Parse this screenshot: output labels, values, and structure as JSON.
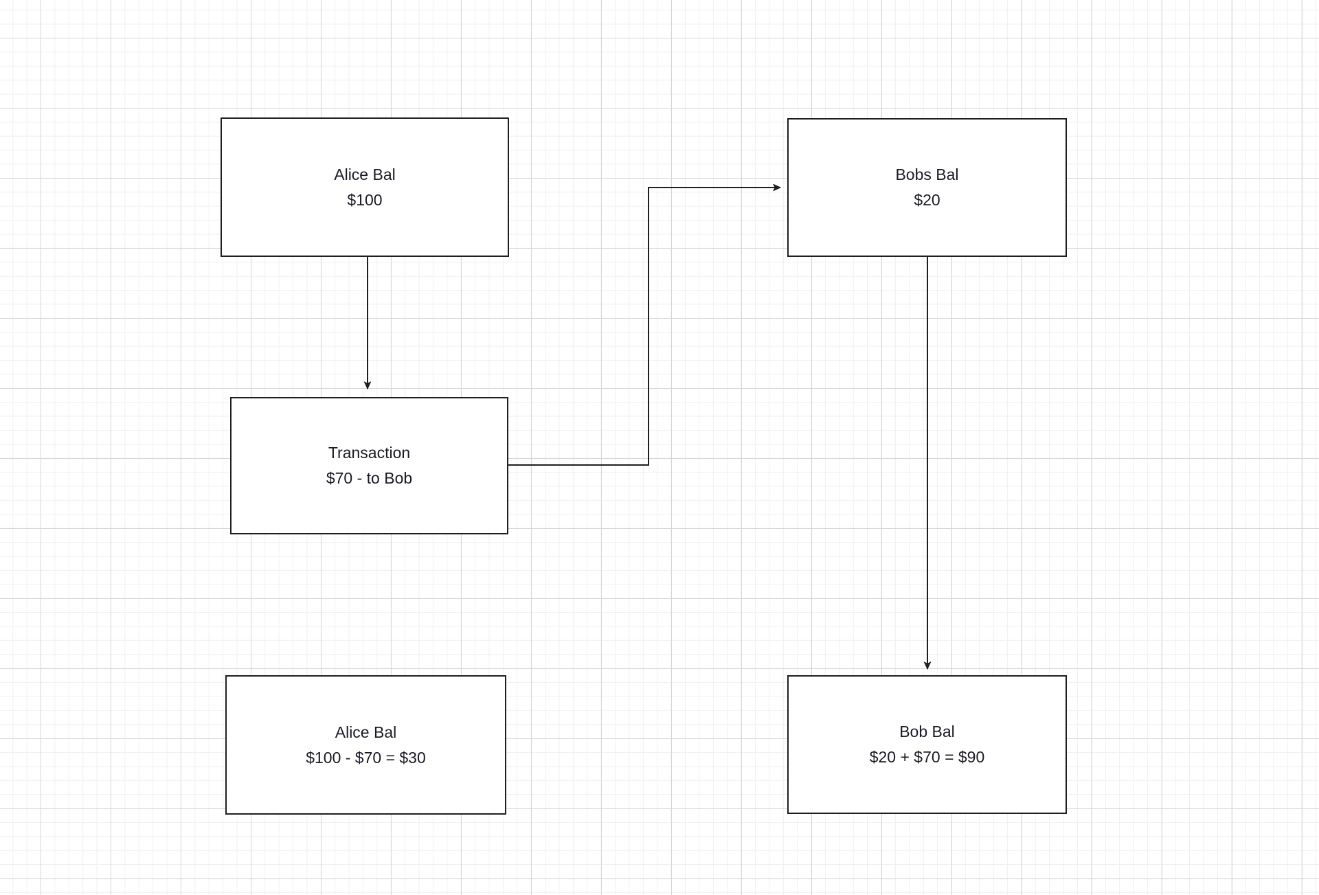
{
  "diagram": {
    "title": "Alice to Bob transaction balance flow",
    "background": "#ffffff",
    "grid": {
      "major_color": "#d6d6d6",
      "minor_color": "#f0f0f0",
      "major_spacing": 102,
      "minor_spacing": 20.4
    },
    "node_style": {
      "fill": "#ffffff",
      "stroke": "#1f1f1f",
      "text_color": "#1a1a26"
    },
    "edge_style": {
      "stroke": "#1f1f1f"
    }
  },
  "nodes": [
    {
      "id": "alice-start",
      "name": "alice-balance-start",
      "line1": "Alice Bal",
      "line2": "$100"
    },
    {
      "id": "bobs-start",
      "name": "bobs-balance-start",
      "line1": "Bobs Bal",
      "line2": "$20"
    },
    {
      "id": "transaction",
      "name": "transaction",
      "line1": "Transaction",
      "line2": "$70 - to Bob"
    },
    {
      "id": "alice-final",
      "name": "alice-balance-final",
      "line1": "Alice Bal",
      "line2": "$100 - $70 = $30"
    },
    {
      "id": "bob-final",
      "name": "bob-balance-final",
      "line1": "Bob Bal",
      "line2": "$20 + $70 = $90"
    }
  ],
  "edges": [
    {
      "id": "alice-to-transaction",
      "name": "edge-alice-to-transaction",
      "from": "alice-start",
      "to": "transaction"
    },
    {
      "id": "transaction-to-bobs",
      "name": "edge-transaction-to-bobs-balance",
      "from": "transaction",
      "to": "bobs-start"
    },
    {
      "id": "bobs-to-bob-final",
      "name": "edge-bobs-balance-to-bob-final",
      "from": "bobs-start",
      "to": "bob-final"
    }
  ]
}
